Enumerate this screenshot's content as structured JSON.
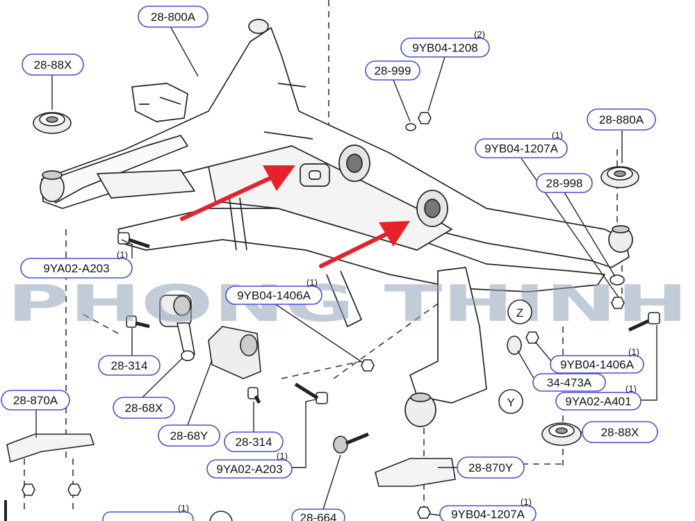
{
  "watermark": {
    "text": "PHONG THINH",
    "color": "#8fa3b8"
  },
  "colors": {
    "line": "#222222",
    "label_border": "#4a4ad0",
    "arrow": "#e8202a"
  },
  "views": [
    "Z",
    "Y",
    ""
  ],
  "parts": [
    {
      "id": "28-800A",
      "label": "28-800A",
      "qty": ""
    },
    {
      "id": "28-88X-top",
      "label": "28-88X",
      "qty": ""
    },
    {
      "id": "9YB04-1208",
      "label": "9YB04-1208",
      "qty": "(2)"
    },
    {
      "id": "28-999",
      "label": "28-999",
      "qty": ""
    },
    {
      "id": "28-880A",
      "label": "28-880A",
      "qty": ""
    },
    {
      "id": "9YB04-1207A-top",
      "label": "9YB04-1207A",
      "qty": "(1)"
    },
    {
      "id": "28-998",
      "label": "28-998",
      "qty": ""
    },
    {
      "id": "9YA02-A203-left",
      "label": "9YA02-A203",
      "qty": "(1)"
    },
    {
      "id": "9YB04-1406A-mid",
      "label": "9YB04-1406A",
      "qty": "(1)"
    },
    {
      "id": "28-314-left",
      "label": "28-314",
      "qty": ""
    },
    {
      "id": "28-68X",
      "label": "28-68X",
      "qty": ""
    },
    {
      "id": "28-68Y",
      "label": "28-68Y",
      "qty": ""
    },
    {
      "id": "28-314-mid",
      "label": "28-314",
      "qty": ""
    },
    {
      "id": "9YA02-A203-bottom",
      "label": "9YA02-A203",
      "qty": "(1)"
    },
    {
      "id": "28-870A",
      "label": "28-870A",
      "qty": ""
    },
    {
      "id": "28-664",
      "label": "28-664",
      "qty": ""
    },
    {
      "id": "9YB04-1406A-right",
      "label": "9YB04-1406A",
      "qty": "(1)"
    },
    {
      "id": "34-473A",
      "label": "34-473A",
      "qty": ""
    },
    {
      "id": "9YA02-A401",
      "label": "9YA02-A401",
      "qty": "(1)"
    },
    {
      "id": "28-88X-right",
      "label": "28-88X",
      "qty": ""
    },
    {
      "id": "28-870Y",
      "label": "28-870Y",
      "qty": ""
    },
    {
      "id": "9YB04-1207A-bottom",
      "label": "9YB04-1207A",
      "qty": "(1)"
    },
    {
      "id": "bottom-left-partial",
      "label": "",
      "qty": "(1)"
    }
  ]
}
